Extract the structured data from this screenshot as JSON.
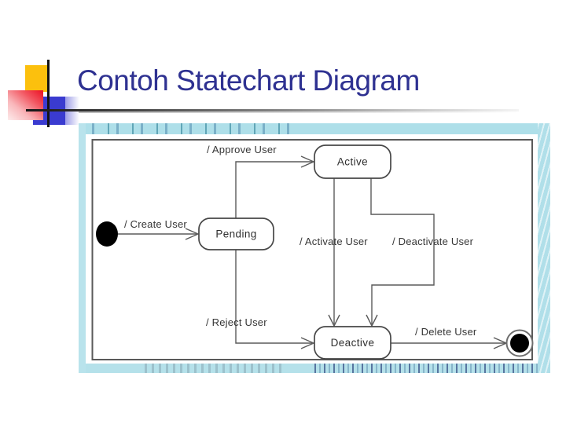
{
  "slide": {
    "title": "Contoh Statechart Diagram",
    "colors": {
      "title_text": "#2e3191",
      "accent_yellow": "#fcc00d",
      "accent_blue": "#3a3bd0",
      "accent_red": "#ec1b2d",
      "frame_teal": "#aedfe9",
      "diagram_line": "#5a5a5a"
    }
  },
  "diagram": {
    "type": "uml-statechart",
    "states": [
      {
        "id": "initial",
        "type": "initial-state"
      },
      {
        "id": "pending",
        "type": "state",
        "label": "Pending"
      },
      {
        "id": "active",
        "type": "state",
        "label": "Active"
      },
      {
        "id": "deactive",
        "type": "state",
        "label": "Deactive"
      },
      {
        "id": "final",
        "type": "final-state"
      }
    ],
    "transitions": [
      {
        "from": "initial",
        "to": "pending",
        "label": "/ Create User"
      },
      {
        "from": "pending",
        "to": "active",
        "label": "/ Approve User"
      },
      {
        "from": "active",
        "to": "deactive",
        "label": "/ Activate User"
      },
      {
        "from": "active",
        "to": "deactive",
        "label": "/ Deactivate User"
      },
      {
        "from": "pending",
        "to": "deactive",
        "label": "/ Reject User"
      },
      {
        "from": "deactive",
        "to": "final",
        "label": "/ Delete User"
      }
    ]
  }
}
